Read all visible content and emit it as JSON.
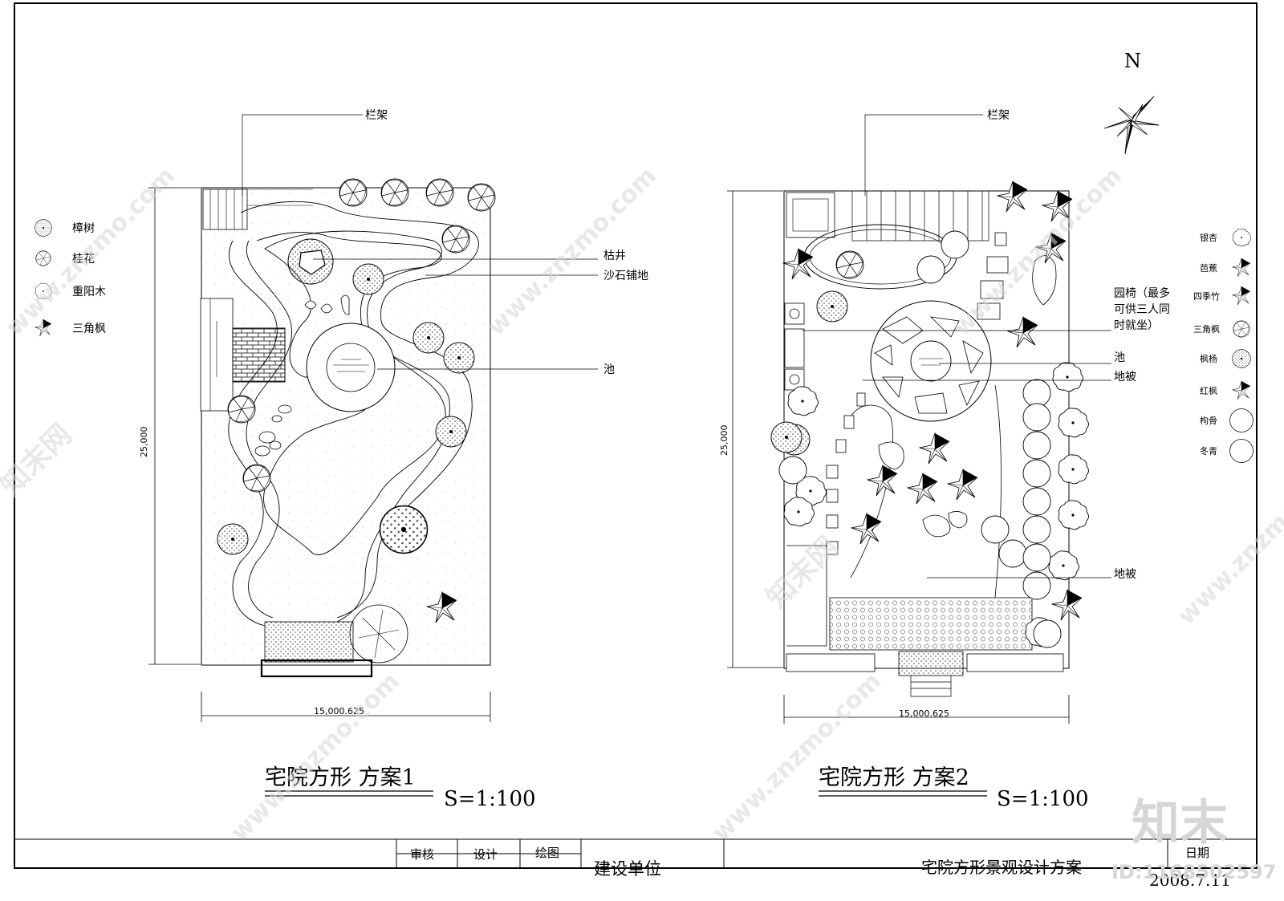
{
  "plan1": {
    "title": "宅院方形 方案1",
    "scale": "S=1:100",
    "dim_width": "15,000.625",
    "dim_height": "25,000",
    "callouts": {
      "trellis": "栏架",
      "dry_well": "枯井",
      "gravel": "沙石铺地",
      "pond": "池"
    },
    "legend": [
      {
        "icon": "camphor-tree-symbol",
        "label": "樟树"
      },
      {
        "icon": "osmanthus-symbol",
        "label": "桂花"
      },
      {
        "icon": "bischofia-symbol",
        "label": "重阳木"
      },
      {
        "icon": "trident-maple-symbol",
        "label": "三角枫"
      }
    ]
  },
  "plan2": {
    "title": "宅院方形 方案2",
    "scale": "S=1:100",
    "dim_width": "15,000.625",
    "dim_height": "25,000",
    "callouts": {
      "trellis": "栏架",
      "bench": "园椅（最多可供三人同时就坐）",
      "bench_lines": [
        "园椅（最多",
        "可供三人同",
        "时就坐）"
      ],
      "pond": "池",
      "groundcover1": "地被",
      "groundcover2": "地被"
    },
    "legend": [
      {
        "icon": "ginkgo-symbol",
        "label": "银杏"
      },
      {
        "icon": "banana-symbol",
        "label": "芭蕉"
      },
      {
        "icon": "bamboo-symbol",
        "label": "四季竹"
      },
      {
        "icon": "trident-maple-symbol",
        "label": "三角枫"
      },
      {
        "icon": "maple-poplar-symbol",
        "label": "枫杨"
      },
      {
        "icon": "red-maple-symbol",
        "label": "红枫"
      },
      {
        "icon": "holly-symbol",
        "label": "枸骨"
      },
      {
        "icon": "evergreen-symbol",
        "label": "冬青"
      }
    ]
  },
  "north_label": "N",
  "title_block": {
    "review": "审核",
    "design": "设计",
    "drawing": "绘图",
    "client": "建设单位",
    "project": "宅院方形景观设计方案",
    "date_label": "日期",
    "date_value": "2008.7.11"
  },
  "watermark": {
    "site": "znzmo.com",
    "site_www": "www.znzmo.com",
    "brand": "知末",
    "brand_net": "知末网",
    "id": "ID:1168502597"
  }
}
